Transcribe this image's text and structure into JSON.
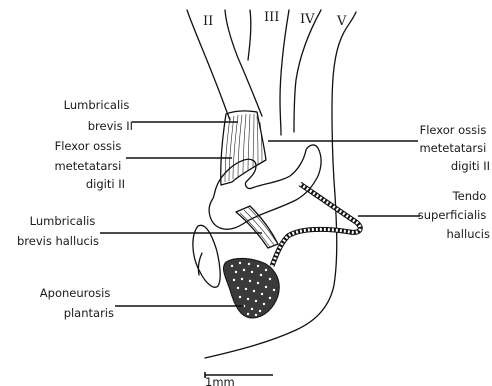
{
  "digits": [
    "II",
    "III",
    "IV",
    "V"
  ],
  "labels": {
    "lumbricalis_brevis_II": [
      "Lumbricalis",
      "brevis II"
    ],
    "flexor_ossis_left": [
      "Flexor ossis",
      "metetatarsi",
      "digiti II"
    ],
    "flexor_ossis_right": [
      "Flexor ossis",
      "metetatarsi",
      "digiti II"
    ],
    "tendo_superficialis": [
      "Tendo",
      "superficialis",
      "hallucis"
    ],
    "lumbricalis_brevis_hallucis": [
      "Lumbricalis",
      "brevis hallucis"
    ],
    "aponeurosis": [
      "Aponeurosis",
      "plantaris"
    ]
  },
  "scale_bar": {
    "label": "1mm"
  }
}
